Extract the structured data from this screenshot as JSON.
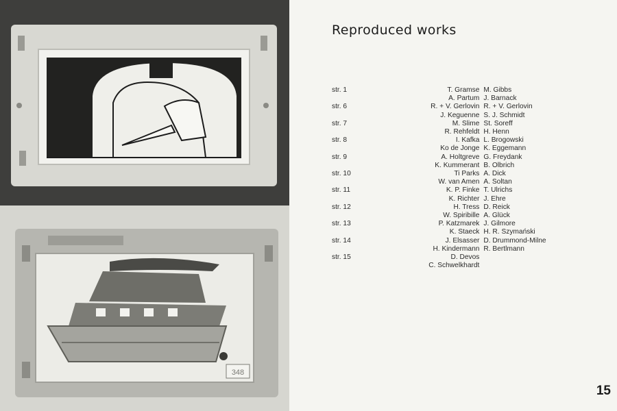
{
  "title": "Reproduced works",
  "page_number": "15",
  "credits": [
    {
      "page": "str.  1",
      "left": [
        "T. Gramse",
        "A. Partum"
      ],
      "right": [
        "M. Gibbs",
        "J. Barnack"
      ]
    },
    {
      "page": "str.  6",
      "left": [
        "R. + V. Gerlovin",
        "J. Keguenne"
      ],
      "right": [
        "R. + V. Gerlovin",
        "S. J. Schmidt"
      ]
    },
    {
      "page": "str.  7",
      "left": [
        "M. Slime",
        "R. Rehfeldt"
      ],
      "right": [
        "St. Soreff",
        "H. Henn"
      ]
    },
    {
      "page": "str.  8",
      "left": [
        "I. Kafka",
        "Ko de Jonge"
      ],
      "right": [
        "L. Brogowski",
        "K. Eggemann"
      ]
    },
    {
      "page": "str.  9",
      "left": [
        "A. Holtgreve",
        "K. Kummerant"
      ],
      "right": [
        "G. Freydank",
        "B. Olbrich"
      ]
    },
    {
      "page": "str. 10",
      "left": [
        "Ti Parks",
        "W. van Amen"
      ],
      "right": [
        "A. Dick",
        "A. Soltan"
      ]
    },
    {
      "page": "str. 11",
      "left": [
        "K. P. Finke",
        "K. Richter"
      ],
      "right": [
        "T. Ulrichs",
        "J. Ehre"
      ]
    },
    {
      "page": "str. 12",
      "left": [
        "H. Tress",
        "W. Spiribille"
      ],
      "right": [
        "D. Reick",
        "A. Glück"
      ]
    },
    {
      "page": "str. 13",
      "left": [
        "P. Katzmarek",
        "K. Staeck"
      ],
      "right": [
        "J. Gilmore",
        "H. R. Szymański"
      ]
    },
    {
      "page": "str. 14",
      "left": [
        "J. Elsasser",
        "H. Kindermann"
      ],
      "right": [
        "D. Drummond-Milne",
        "R. Bertlmann"
      ]
    },
    {
      "page": "str. 15",
      "left": [
        "D. Devos",
        "C. Schwelkhardt"
      ],
      "right": []
    }
  ],
  "photos": {
    "bottom_sticker": "348"
  }
}
